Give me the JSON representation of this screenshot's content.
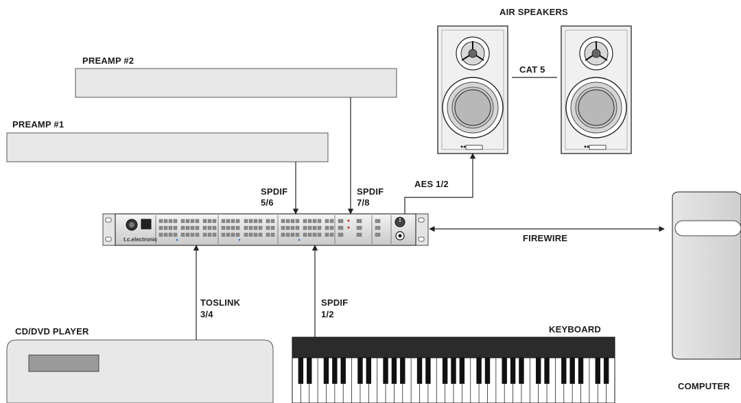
{
  "labels": {
    "preamp2": "PREAMP #2",
    "preamp1": "PREAMP #1",
    "air_speakers": "AIR SPEAKERS",
    "cat5": "CAT 5",
    "aes": "AES 1/2",
    "spdif56_a": "SPDIF",
    "spdif56_b": "5/6",
    "spdif78_a": "SPDIF",
    "spdif78_b": "7/8",
    "firewire": "FIREWIRE",
    "toslink_a": "TOSLINK",
    "toslink_b": "3/4",
    "spdif12_a": "SPDIF",
    "spdif12_b": "1/2",
    "cd_player": "CD/DVD PLAYER",
    "keyboard": "KEYBOARD",
    "computer": "COMPUTER",
    "brand": "t.c.electronic"
  },
  "colors": {
    "device_fill": "#e8e8e8",
    "device_stroke": "#555555",
    "speaker_fill": "#f0f0f0",
    "wire": "#222222"
  }
}
